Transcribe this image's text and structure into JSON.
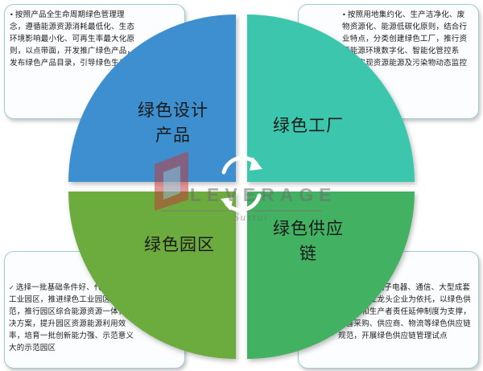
{
  "quadrants": {
    "top_left": {
      "title_lines": [
        "绿色设计",
        "产品"
      ],
      "color": "#3d8fd0"
    },
    "top_right": {
      "title_lines": [
        "绿色工厂"
      ],
      "color": "#3ec6ae"
    },
    "bottom_left": {
      "title_lines": [
        "绿色园区"
      ],
      "color": "#6cab3e"
    },
    "bottom_right": {
      "title_lines": [
        "绿色供应",
        "链"
      ],
      "color": "#42b262"
    }
  },
  "cards": {
    "top_left": {
      "bullet": "•",
      "text": "按照产品全生命周期绿色管理理念，遵循能源资源消耗最低化、生态环境影响最小化、可再生率最大化原则，以点带面，开发推广绿色产品，发布绿色产品目录，引导绿色生产"
    },
    "top_right": {
      "bullet": "•",
      "text": "按照用地集约化、生产洁净化、废物资源化、能源低碳化原则，结合行业特点，分类创建绿色工厂，推行资源能源环境数字化、智能化管控系统，实现资源能源及污染物动态监控和管"
    },
    "bottom_left": {
      "bullet": "✓",
      "text": "选择一批基础条件好、代表性强的工业园区，推进绿色工业园区创建示范，推行园区综合能源资源一体化解决方案，提升园区资源能源利用效率，培育一批创新能力强、示范意义大的示范园区"
    },
    "bottom_right": {
      "bullet": "✓",
      "text": "以汽车、电子电器、通信、大型成套装备等行业龙头企业为依托，以绿色供应标准和生产者责任延伸制度为支撑，完善采购、供应商、物流等绿色供应链规范，开展绿色供应链管理试点"
    },
    "border_color": "#9ecad6"
  },
  "watermark": {
    "brand": "LEVERAGE",
    "sub": "Sustai"
  }
}
